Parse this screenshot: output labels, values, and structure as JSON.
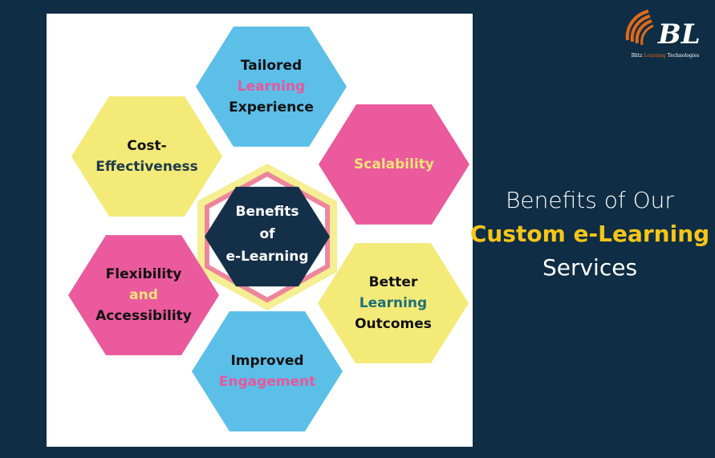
{
  "diagram": {
    "center": {
      "lines": [
        "Benefits",
        "of",
        "e-Learning"
      ]
    },
    "hexagons": [
      {
        "id": "tailored",
        "fill": "#5bbfe8",
        "lines": [
          {
            "text": "Tailored",
            "color": "#111111"
          },
          {
            "text": "Learning",
            "color": "#e8579c"
          },
          {
            "text": "Experience",
            "color": "#111111"
          }
        ]
      },
      {
        "id": "scalability",
        "fill": "#ea5a9c",
        "lines": [
          {
            "text": "Scalability",
            "color": "#f6e27a"
          }
        ]
      },
      {
        "id": "outcomes",
        "fill": "#f3ea78",
        "lines": [
          {
            "text": "Better",
            "color": "#111111"
          },
          {
            "text": "Learning",
            "color": "#1f6f78"
          },
          {
            "text": "Outcomes",
            "color": "#111111"
          }
        ]
      },
      {
        "id": "engagement",
        "fill": "#5bbfe8",
        "lines": [
          {
            "text": "Improved",
            "color": "#111111"
          },
          {
            "text": "Engagement",
            "color": "#e8579c"
          }
        ]
      },
      {
        "id": "flexibility",
        "fill": "#ea5a9c",
        "lines": [
          {
            "text": "Flexibility",
            "color": "#111111"
          },
          {
            "text": "and",
            "color": "#f6e27a"
          },
          {
            "text": "Accessibility",
            "color": "#111111"
          }
        ]
      },
      {
        "id": "cost",
        "fill": "#f3ea78",
        "lines": [
          {
            "text": "Cost-",
            "color": "#111111"
          },
          {
            "text": "Effectiveness",
            "color": "#1f3a4a"
          }
        ]
      }
    ]
  },
  "headline": {
    "line1": "Benefits of Our",
    "line2": "Custom e-Learning",
    "line3": "Services"
  },
  "logo": {
    "mark": "BL",
    "caption_before": "Blitz ",
    "caption_highlight": "Learning",
    "caption_after": " Technologies"
  },
  "colors": {
    "background": "#0f2d44",
    "accent": "#f5c518",
    "center_hex": "#143049"
  }
}
